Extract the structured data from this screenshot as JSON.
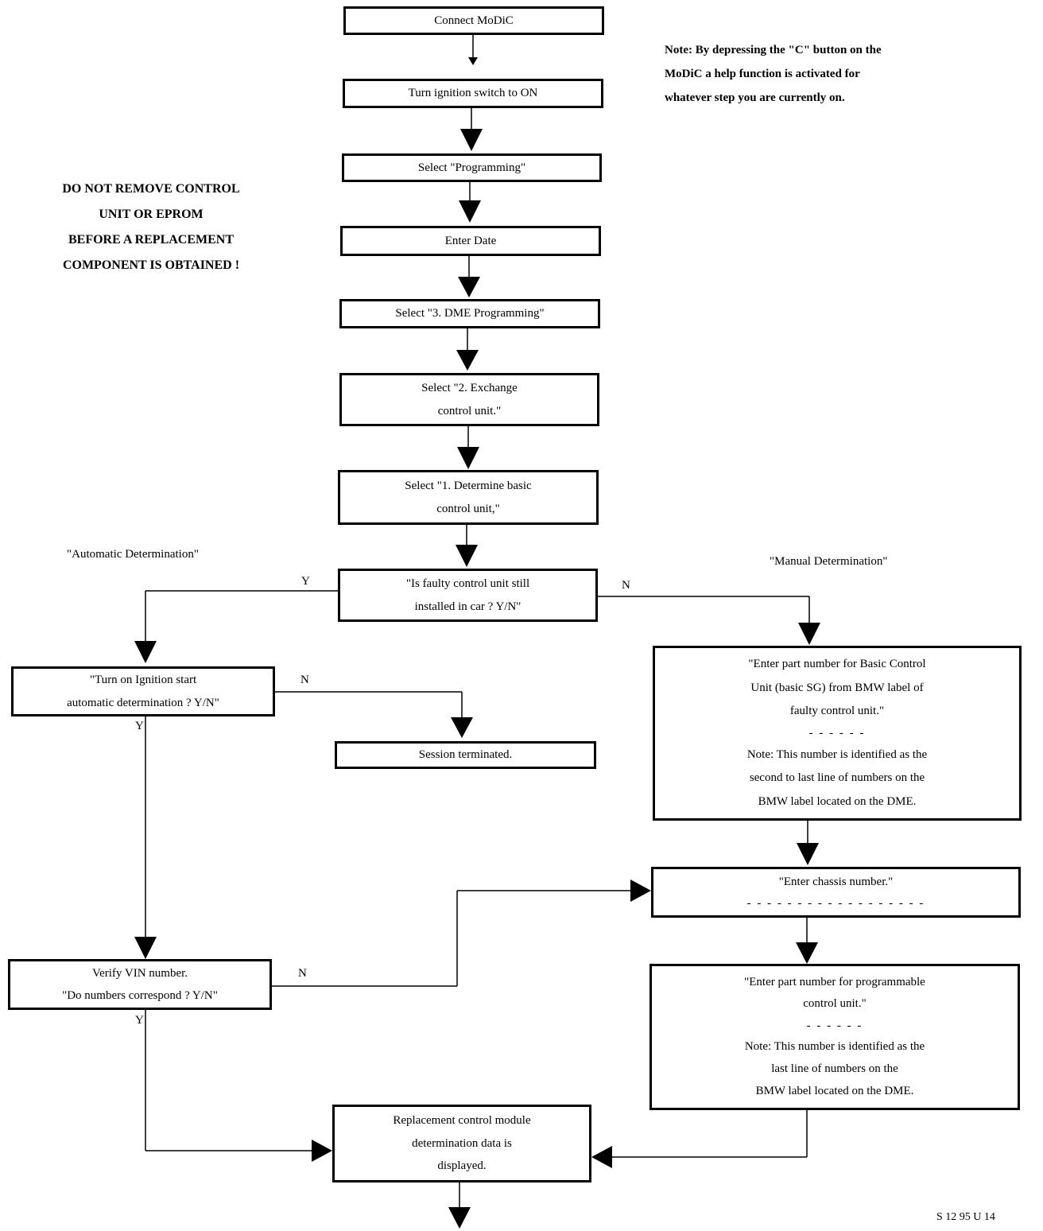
{
  "note": {
    "lines": [
      "Note: By depressing the \"C\" button on the",
      "MoDiC  a help function is activated for",
      "whatever step you are currently on."
    ]
  },
  "warning": {
    "lines": [
      "DO NOT REMOVE CONTROL",
      "UNIT OR EPROM",
      "BEFORE A REPLACEMENT",
      "COMPONENT IS OBTAINED !"
    ]
  },
  "branch_labels": {
    "automatic": "\"Automatic Determination\"",
    "manual": "\"Manual Determination\""
  },
  "yn": {
    "yes": "Y",
    "no": "N"
  },
  "steps": {
    "connect": {
      "lines": [
        "Connect MoDiC"
      ]
    },
    "ignition_on": {
      "lines": [
        "Turn ignition switch to ON"
      ]
    },
    "select_programming": {
      "lines": [
        "Select \"Programming\""
      ]
    },
    "enter_date": {
      "lines": [
        "Enter Date"
      ]
    },
    "select_dme": {
      "lines": [
        "Select \"3. DME Programming\""
      ]
    },
    "select_exchange": {
      "lines": [
        "Select \"2. Exchange",
        "control unit.\""
      ]
    },
    "select_determine": {
      "lines": [
        "Select \"1. Determine basic",
        "control unit,\""
      ]
    },
    "faulty_installed": {
      "lines": [
        "\"Is faulty control unit still",
        "installed in car ? Y/N\""
      ]
    },
    "turn_on_ignition": {
      "lines": [
        "\"Turn on Ignition start",
        "automatic determination ? Y/N\""
      ]
    },
    "session_terminated": {
      "lines": [
        "Session terminated."
      ]
    },
    "enter_basic_part": {
      "lines": [
        "\"Enter part number for Basic Control",
        "Unit (basic SG) from BMW label of",
        "faulty control unit.\""
      ],
      "divider": "- - - - - -",
      "note_lines": [
        "Note: This number is identified as the",
        "second to last line of numbers on the",
        "BMW label located on the DME."
      ]
    },
    "enter_chassis": {
      "lines": [
        "\"Enter chassis number.\""
      ],
      "divider": "- - - - - - - - - - - - - - - - - -"
    },
    "verify_vin": {
      "lines": [
        "Verify VIN number.",
        "\"Do numbers correspond ? Y/N\""
      ]
    },
    "enter_prog_part": {
      "lines": [
        "\"Enter part number for programmable",
        "control unit.\""
      ],
      "divider": "- - - - - -",
      "note_lines": [
        "Note: This number is identified as the",
        "last line of numbers on the",
        "BMW label located on the DME."
      ]
    },
    "replacement_displayed": {
      "lines": [
        "Replacement control module",
        "determination data is",
        "displayed."
      ]
    }
  },
  "figure_code": "S 12 95 U 14"
}
